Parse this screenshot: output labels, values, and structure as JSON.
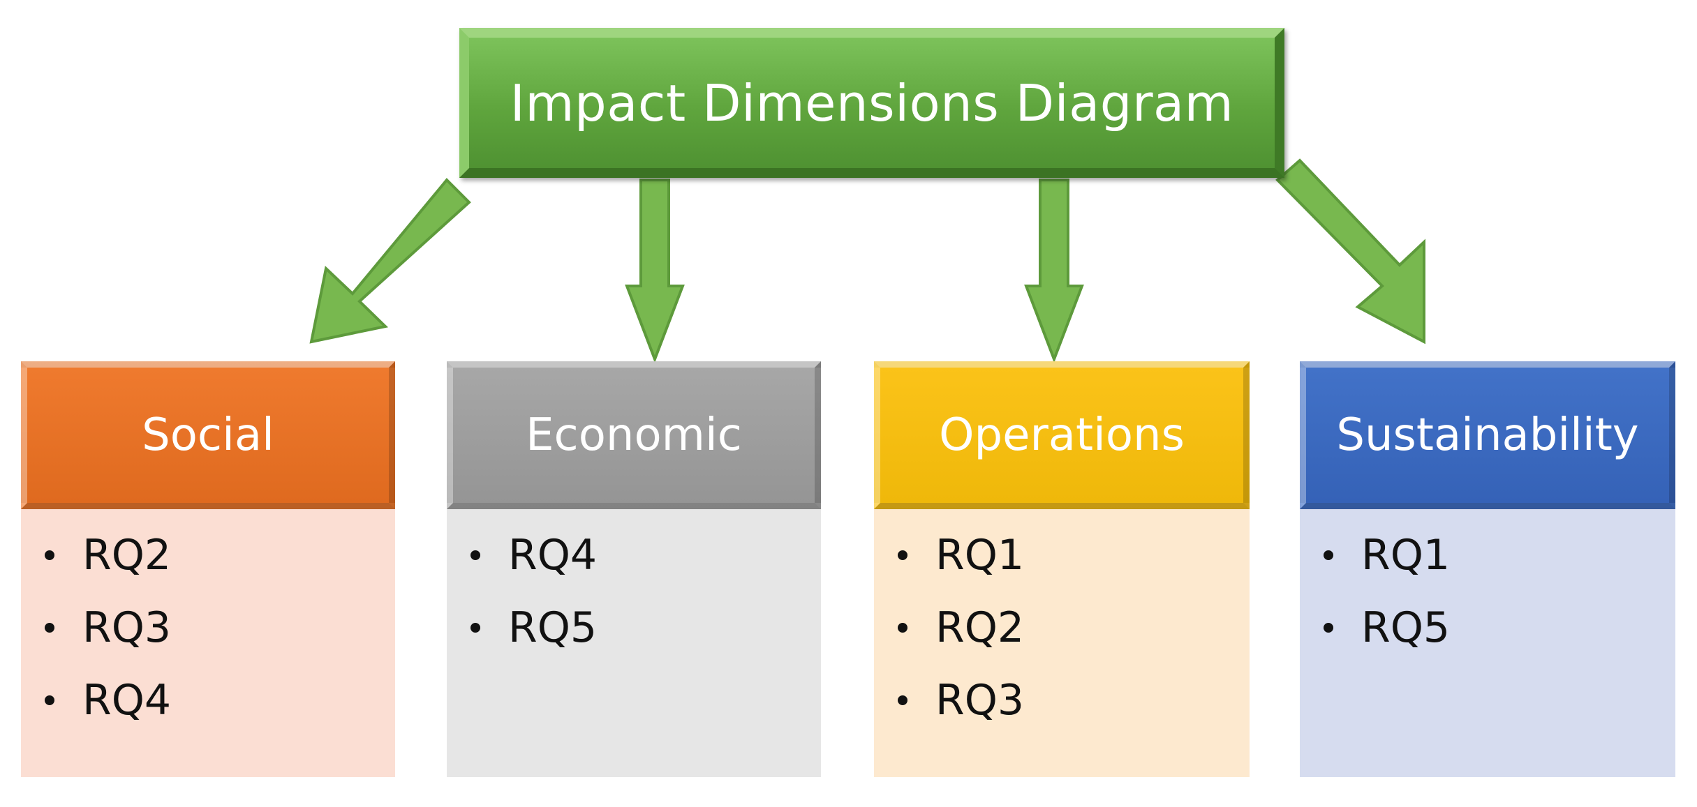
{
  "title": "Impact Dimensions Diagram",
  "categories": [
    {
      "name": "Social",
      "items": [
        "RQ2",
        "RQ3",
        "RQ4"
      ],
      "header_color": "#ef7a2e",
      "header_color_dark": "#df6a1f",
      "body_color": "#fbded3"
    },
    {
      "name": "Economic",
      "items": [
        "RQ4",
        "RQ5"
      ],
      "header_color": "#a7a7a7",
      "header_color_dark": "#959595",
      "body_color": "#e6e6e6"
    },
    {
      "name": "Operations",
      "items": [
        "RQ1",
        "RQ2",
        "RQ3"
      ],
      "header_color": "#fbc319",
      "header_color_dark": "#efb80a",
      "body_color": "#fde9cf"
    },
    {
      "name": "Sustainability",
      "items": [
        "RQ1",
        "RQ5"
      ],
      "header_color": "#4272c8",
      "header_color_dark": "#3562b7",
      "body_color": "#d6dcef"
    }
  ],
  "colors": {
    "title_box": "#5fa53d",
    "arrow": "#78b84f",
    "arrow_outline": "#5d9a3b"
  }
}
